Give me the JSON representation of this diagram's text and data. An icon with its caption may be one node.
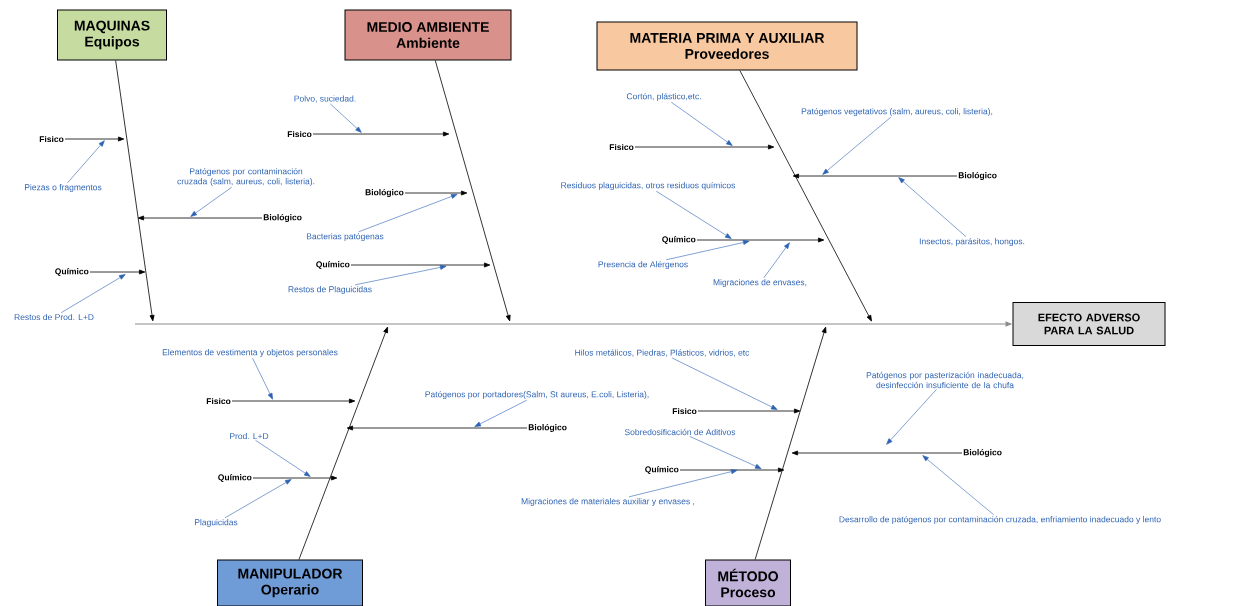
{
  "diagram": {
    "nodes": [
      {
        "text": [
          "MAQUINAS",
          "Equipos"
        ]
      },
      {
        "text": [
          "MEDIO AMBIENTE",
          "Ambiente"
        ]
      },
      {
        "text": [
          "MATERIA PRIMA Y AUXILIAR",
          "Proveedores"
        ]
      },
      {
        "text": [
          "EFECTO ADVERSO PARA LA SALUD"
        ]
      },
      {
        "text": [
          "MANIPULADOR",
          "Operario"
        ]
      },
      {
        "text": [
          "MÉTODO",
          "Proceso"
        ]
      },
      {
        "text": [
          "Fisico"
        ]
      },
      {
        "text": [
          "Biológico"
        ]
      },
      {
        "text": [
          "Químico"
        ]
      },
      {
        "text": [
          "Fisico"
        ]
      },
      {
        "text": [
          "Biológico"
        ]
      },
      {
        "text": [
          "Químico"
        ]
      },
      {
        "text": [
          "Fisico"
        ]
      },
      {
        "text": [
          "Biológico"
        ]
      },
      {
        "text": [
          "Químico"
        ]
      },
      {
        "text": [
          "Fisico"
        ]
      },
      {
        "text": [
          "Biológico"
        ]
      },
      {
        "text": [
          "Químico"
        ]
      },
      {
        "text": [
          "Fisico"
        ]
      },
      {
        "text": [
          "Biológico"
        ]
      },
      {
        "text": [
          "Químico"
        ]
      },
      {
        "text": [
          "Piezas o fragmentos"
        ]
      },
      {
        "text": [
          "Patógenos por contaminación cruzada (salm, aureus, coli, listeria)."
        ]
      },
      {
        "text": [
          "Restos de Prod. L+D"
        ]
      },
      {
        "text": [
          "Polvo, suciedad."
        ]
      },
      {
        "text": [
          "Bacterias patógenas"
        ]
      },
      {
        "text": [
          "Restos de Plaguicidas"
        ]
      },
      {
        "text": [
          "Cortón, plástico,etc."
        ]
      },
      {
        "text": [
          "Patógenos vegetativos (salm, aureus, coli, listeria),"
        ]
      },
      {
        "text": [
          "Insectos, parásitos, hongos."
        ]
      },
      {
        "text": [
          "Residuos plaguicidas, otros residuos químicos"
        ]
      },
      {
        "text": [
          "Presencia de Alérgenos"
        ]
      },
      {
        "text": [
          "Migraciones de envases,"
        ]
      },
      {
        "text": [
          "Elementos de vestimenta y objetos personales"
        ]
      },
      {
        "text": [
          "Patógenos por portadores(Salm, St aureus, E.coli, Listeria),"
        ]
      },
      {
        "text": [
          "Prod. L+D"
        ]
      },
      {
        "text": [
          "Plaguicidas"
        ]
      },
      {
        "text": [
          "Hilos metálicos, Piedras, Plásticos, vidrios, etc"
        ]
      },
      {
        "text": [
          "Sobredosificación de Aditivos"
        ]
      },
      {
        "text": [
          "Migraciones de materiales auxiliar y envases ,"
        ]
      },
      {
        "text": [
          "Patógenos por pasterización inadecuada, desinfección insuficiente de la chufa"
        ]
      },
      {
        "text": [
          "Desarrollo de patógenos por contaminación cruzada, enfriamiento inadecuado y lento"
        ]
      }
    ],
    "edges": [
      {
        "from": 0,
        "to": null,
        "arrow": "to",
        "color": "#000000"
      },
      {
        "from": 1,
        "to": null,
        "arrow": "to",
        "color": "#000000"
      },
      {
        "from": 2,
        "to": null,
        "arrow": "to",
        "color": "#000000"
      },
      {
        "from": 4,
        "to": null,
        "arrow": "to",
        "color": "#000000"
      },
      {
        "from": 5,
        "to": null,
        "arrow": "to",
        "color": "#000000"
      },
      {
        "from": null,
        "to": 3,
        "arrow": "to",
        "color": "#8c8c8c"
      },
      {
        "from": 6,
        "to": null,
        "arrow": "to",
        "color": "#000000"
      },
      {
        "from": 7,
        "to": null,
        "arrow": "to",
        "color": "#000000"
      },
      {
        "from": 8,
        "to": null,
        "arrow": "to",
        "color": "#000000"
      },
      {
        "from": 9,
        "to": null,
        "arrow": "to",
        "color": "#000000"
      },
      {
        "from": 10,
        "to": null,
        "arrow": "to",
        "color": "#000000"
      },
      {
        "from": 11,
        "to": null,
        "arrow": "to",
        "color": "#000000"
      },
      {
        "from": 12,
        "to": null,
        "arrow": "to",
        "color": "#000000"
      },
      {
        "from": 13,
        "to": null,
        "arrow": "to",
        "color": "#000000"
      },
      {
        "from": 14,
        "to": null,
        "arrow": "to",
        "color": "#000000"
      },
      {
        "from": 15,
        "to": null,
        "arrow": "to",
        "color": "#000000"
      },
      {
        "from": 16,
        "to": null,
        "arrow": "to",
        "color": "#000000"
      },
      {
        "from": 17,
        "to": null,
        "arrow": "to",
        "color": "#000000"
      },
      {
        "from": 18,
        "to": null,
        "arrow": "to",
        "color": "#000000"
      },
      {
        "from": 19,
        "to": null,
        "arrow": "to",
        "color": "#000000"
      },
      {
        "from": 20,
        "to": null,
        "arrow": "to",
        "color": "#000000"
      },
      {
        "from": 21,
        "to": null,
        "arrow": "to",
        "color": "#2e63b4"
      },
      {
        "from": 22,
        "to": null,
        "arrow": "to",
        "color": "#2e63b4"
      },
      {
        "from": 23,
        "to": null,
        "arrow": "to",
        "color": "#2e63b4"
      },
      {
        "from": 24,
        "to": null,
        "arrow": "to",
        "color": "#2e63b4"
      },
      {
        "from": 25,
        "to": null,
        "arrow": "to",
        "color": "#2e63b4"
      },
      {
        "from": 26,
        "to": null,
        "arrow": "to",
        "color": "#2e63b4"
      },
      {
        "from": 27,
        "to": null,
        "arrow": "to",
        "color": "#2e63b4"
      },
      {
        "from": 28,
        "to": null,
        "arrow": "to",
        "color": "#2e63b4"
      },
      {
        "from": 29,
        "to": null,
        "arrow": "to",
        "color": "#2e63b4"
      },
      {
        "from": 30,
        "to": null,
        "arrow": "to",
        "color": "#2e63b4"
      },
      {
        "from": 31,
        "to": null,
        "arrow": "to",
        "color": "#2e63b4"
      },
      {
        "from": 32,
        "to": null,
        "arrow": "to",
        "color": "#2e63b4"
      },
      {
        "from": 33,
        "to": null,
        "arrow": "to",
        "color": "#2e63b4"
      },
      {
        "from": 34,
        "to": null,
        "arrow": "to",
        "color": "#2e63b4"
      },
      {
        "from": 35,
        "to": null,
        "arrow": "to",
        "color": "#2e63b4"
      },
      {
        "from": 36,
        "to": null,
        "arrow": "to",
        "color": "#2e63b4"
      },
      {
        "from": 37,
        "to": null,
        "arrow": "to",
        "color": "#2e63b4"
      },
      {
        "from": 38,
        "to": null,
        "arrow": "to",
        "color": "#2e63b4"
      },
      {
        "from": 39,
        "to": null,
        "arrow": "to",
        "color": "#2e63b4"
      },
      {
        "from": 40,
        "to": null,
        "arrow": "to",
        "color": "#2e63b4"
      },
      {
        "from": 41,
        "to": null,
        "arrow": "to",
        "color": "#2e63b4"
      }
    ]
  }
}
